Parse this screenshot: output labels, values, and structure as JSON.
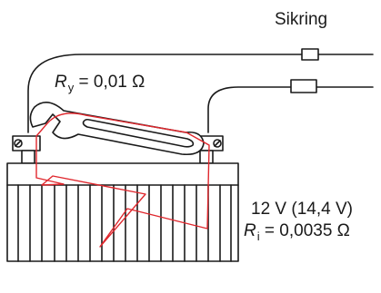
{
  "fuse_label": "Sikring",
  "wrench_resistance": {
    "symbol": "R",
    "subscript": "y",
    "value": " = 0,01 Ω"
  },
  "battery_voltage": "12 V (14,4 V)",
  "internal_resistance": {
    "symbol": "R",
    "subscript": "i",
    "value": " = 0,0035 Ω"
  },
  "colors": {
    "line": "#1a1a1a",
    "current_path": "#e0282e",
    "background": "#ffffff"
  }
}
